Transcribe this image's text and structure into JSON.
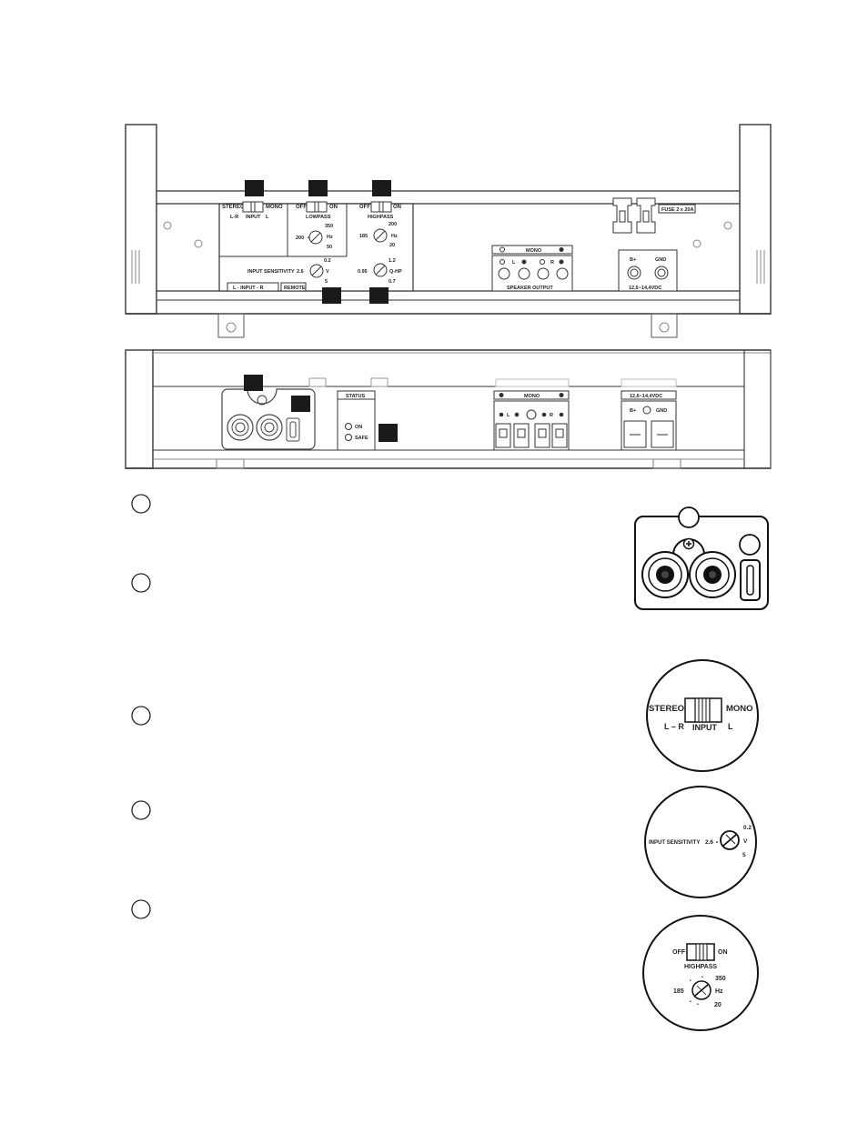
{
  "top_panel": {
    "input_switch": {
      "left": "STEREO",
      "right": "MONO",
      "sub_left": "L-R",
      "sub_mid": "INPUT",
      "sub_right": "L"
    },
    "lowpass": {
      "off": "OFF",
      "on": "ON",
      "label": "LOWPASS",
      "center": "200",
      "max": "350",
      "unit": "Hz",
      "min": "50"
    },
    "highpass": {
      "off": "OFF",
      "on": "ON",
      "label": "HIGHPASS",
      "center": "185",
      "max": "200",
      "unit": "Hz",
      "min": "20"
    },
    "sensitivity": {
      "label": "INPUT SENSITIVITY",
      "center": "2.6",
      "top": "0.2",
      "unit": "V",
      "bottom": "5"
    },
    "q_knob": {
      "center": "0.95",
      "top": "1.2",
      "unit": "Q-HP",
      "bottom": "0.7"
    },
    "input_label": "L  -  INPUT  -  R",
    "remote_label": "REMOTE",
    "fuse_label": "FUSE 2 x 20A",
    "speaker_mono": "MONO",
    "speaker_left": "L",
    "speaker_right": "R",
    "speaker_output": "SPEAKER OUTPUT",
    "power_plus": "B+",
    "power_gnd": "GND",
    "power_voltage": "12,6~14,4VDC"
  },
  "bottom_panel": {
    "status_title": "STATUS",
    "status_on": "ON",
    "status_safe": "SAFE",
    "speaker_mono": "MONO",
    "speaker_left": "L",
    "speaker_right": "R",
    "power_voltage": "12,6~14,4VDC",
    "power_plus": "B+",
    "power_gnd": "GND"
  },
  "details": {
    "input_switch": {
      "left": "STEREO",
      "right": "MONO",
      "sub_left": "L – R",
      "sub_mid": "INPUT",
      "sub_right": "L"
    },
    "sensitivity": {
      "label": "INPUT SENSITIVITY",
      "center": "2.6",
      "top": "0.2",
      "unit": "V",
      "bottom": "5"
    },
    "highpass": {
      "off": "OFF",
      "on": "ON",
      "label": "HIGHPASS",
      "center": "185",
      "max": "350",
      "unit": "Hz",
      "min": "20"
    }
  }
}
